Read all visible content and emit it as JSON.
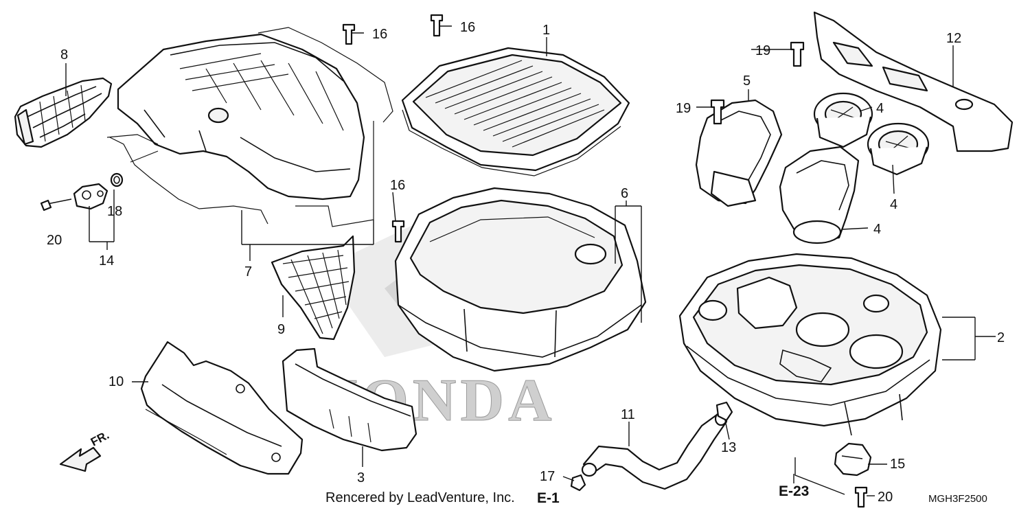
{
  "diagram": {
    "callouts": [
      {
        "id": "c1",
        "label": "1"
      },
      {
        "id": "c2",
        "label": "2"
      },
      {
        "id": "c3",
        "label": "3"
      },
      {
        "id": "c4a",
        "label": "4"
      },
      {
        "id": "c4b",
        "label": "4"
      },
      {
        "id": "c4c",
        "label": "4"
      },
      {
        "id": "c5",
        "label": "5"
      },
      {
        "id": "c6",
        "label": "6"
      },
      {
        "id": "c7",
        "label": "7"
      },
      {
        "id": "c8",
        "label": "8"
      },
      {
        "id": "c9",
        "label": "9"
      },
      {
        "id": "c10",
        "label": "10"
      },
      {
        "id": "c11",
        "label": "11"
      },
      {
        "id": "c12",
        "label": "12"
      },
      {
        "id": "c13",
        "label": "13"
      },
      {
        "id": "c14",
        "label": "14"
      },
      {
        "id": "c15",
        "label": "15"
      },
      {
        "id": "c16a",
        "label": "16"
      },
      {
        "id": "c16b",
        "label": "16"
      },
      {
        "id": "c16c",
        "label": "16"
      },
      {
        "id": "c17",
        "label": "17"
      },
      {
        "id": "c18",
        "label": "18"
      },
      {
        "id": "c19a",
        "label": "19"
      },
      {
        "id": "c19b",
        "label": "19"
      },
      {
        "id": "c20a",
        "label": "20"
      },
      {
        "id": "c20b",
        "label": "20"
      }
    ],
    "section_refs": {
      "e1": "E-1",
      "e23": "E-23"
    },
    "direction_label": "FR.",
    "watermark_text": "HONDA",
    "footer_text": "Rencered by LeadVenture, Inc.",
    "diagram_code": "MGH3F2500"
  }
}
